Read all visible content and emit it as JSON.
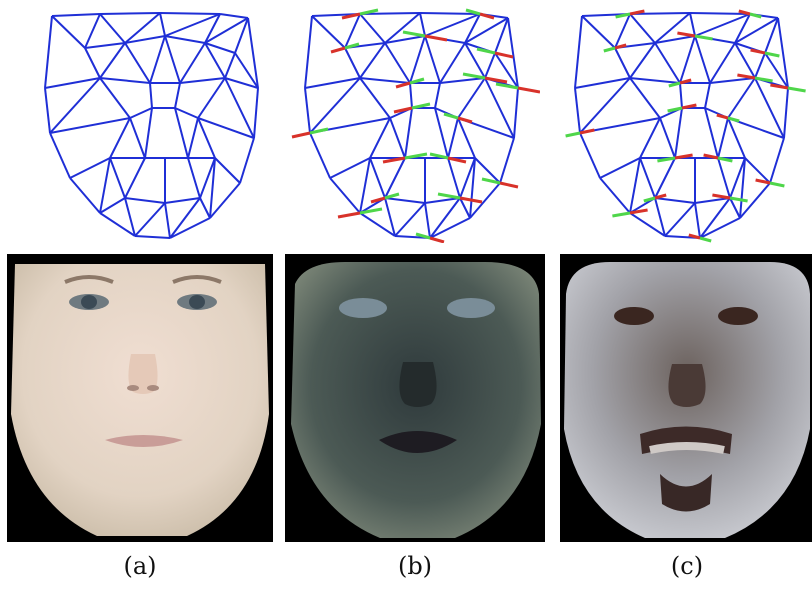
{
  "figure": {
    "captions": [
      "(a)",
      "(b)",
      "(c)"
    ]
  },
  "colors": {
    "mesh_edges": "#1f2fd6",
    "displacement_green": "#4fd64a",
    "displacement_red": "#d8322a",
    "face_background": "#000000"
  },
  "panels": [
    {
      "id": "a",
      "mesh": "mean-shape",
      "face": "mean-appearance",
      "arrows": false
    },
    {
      "id": "b",
      "mesh": "shape-mode-1",
      "face": "appearance-mode-1",
      "arrows": true
    },
    {
      "id": "c",
      "mesh": "shape-mode-2",
      "face": "appearance-mode-2",
      "arrows": true
    }
  ]
}
